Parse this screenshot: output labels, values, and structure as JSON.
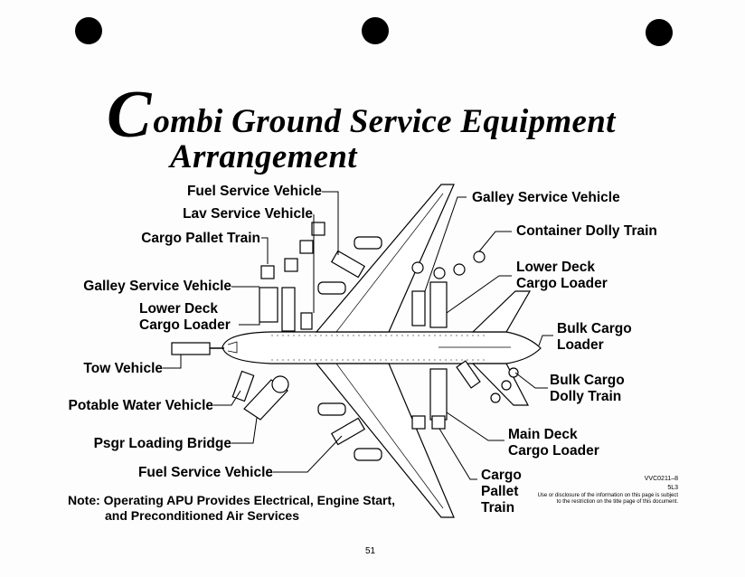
{
  "title": {
    "initial": "C",
    "line1_rest": "ombi Ground Service Equipment",
    "line2": "Arrangement"
  },
  "labels": {
    "fuel_service_vehicle_top": "Fuel Service Vehicle",
    "lav_service_vehicle": "Lav Service Vehicle",
    "cargo_pallet_train_left": "Cargo Pallet Train",
    "galley_service_vehicle_left": "Galley Service Vehicle",
    "lower_deck_cargo_loader_left": [
      "Lower Deck",
      "Cargo Loader"
    ],
    "tow_vehicle": "Tow Vehicle",
    "potable_water_vehicle": "Potable Water Vehicle",
    "psgr_loading_bridge": "Psgr Loading Bridge",
    "fuel_service_vehicle_bottom": "Fuel Service Vehicle",
    "galley_service_vehicle_right": "Galley Service Vehicle",
    "container_dolly_train": "Container Dolly Train",
    "lower_deck_cargo_loader_right": [
      "Lower Deck",
      "Cargo Loader"
    ],
    "bulk_cargo_loader": [
      "Bulk Cargo",
      "Loader"
    ],
    "bulk_cargo_dolly_train": [
      "Bulk Cargo",
      "Dolly Train"
    ],
    "main_deck_cargo_loader": [
      "Main Deck",
      "Cargo Loader"
    ],
    "cargo_pallet_train_right": [
      "Cargo",
      "Pallet",
      "Train"
    ]
  },
  "note": [
    "Note: Operating APU Provides Electrical, Engine Start,",
    "and Preconditioned Air Services"
  ],
  "doc_code": "VVC0211–8",
  "doc_rev": "5L3",
  "disclosure": [
    "Use or disclosure of the information on this page is subject",
    "to the restriction on the title page of this document."
  ],
  "page_number": "51"
}
